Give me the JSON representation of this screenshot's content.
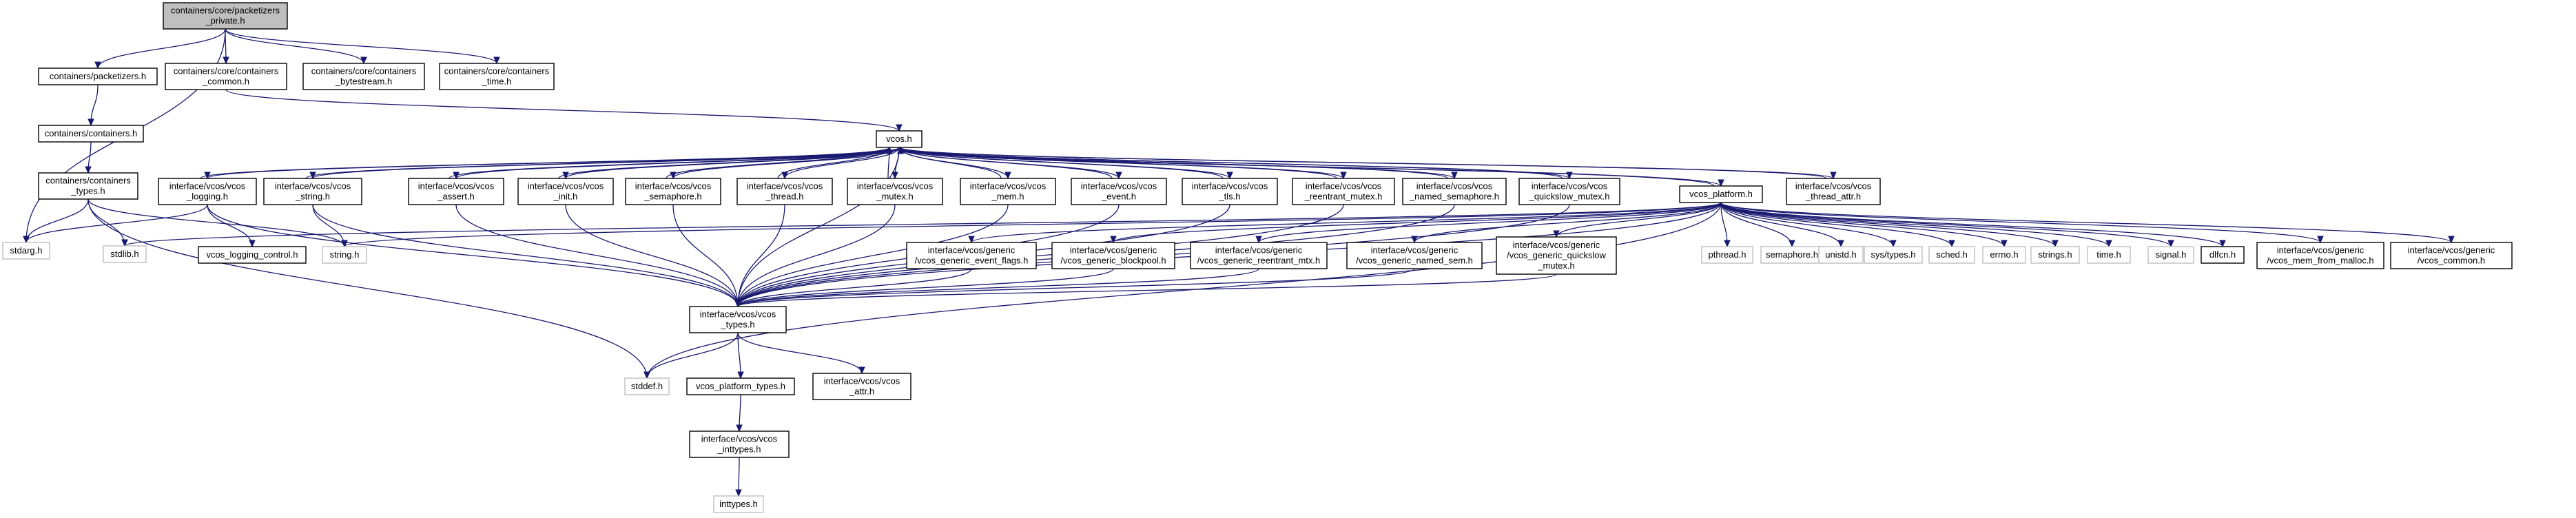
{
  "diagram": {
    "type": "include-dependency-graph",
    "colors": {
      "edge": "#191970",
      "root_fill": "#bfbfbf",
      "system_border": "#bfbfbf",
      "node_border": "#000000"
    },
    "nodes": [
      {
        "id": "root",
        "lines": [
          "containers/core/packetizers",
          "_private.h"
        ],
        "kind": "root"
      },
      {
        "id": "stdarg",
        "lines": [
          "stdarg.h"
        ],
        "kind": "system"
      },
      {
        "id": "packetizers",
        "lines": [
          "containers/packetizers.h"
        ],
        "kind": "file"
      },
      {
        "id": "cc_common",
        "lines": [
          "containers/core/containers",
          "_common.h"
        ],
        "kind": "file"
      },
      {
        "id": "cc_bytestream",
        "lines": [
          "containers/core/containers",
          "_bytestream.h"
        ],
        "kind": "file"
      },
      {
        "id": "cc_time",
        "lines": [
          "containers/core/containers",
          "_time.h"
        ],
        "kind": "file"
      },
      {
        "id": "containers",
        "lines": [
          "containers/containers.h"
        ],
        "kind": "file"
      },
      {
        "id": "ctypes",
        "lines": [
          "containers/containers",
          "_types.h"
        ],
        "kind": "file"
      },
      {
        "id": "vcos",
        "lines": [
          "vcos.h"
        ],
        "kind": "file"
      },
      {
        "id": "logging",
        "lines": [
          "interface/vcos/vcos",
          "_logging.h"
        ],
        "kind": "file"
      },
      {
        "id": "vstring",
        "lines": [
          "interface/vcos/vcos",
          "_string.h"
        ],
        "kind": "file"
      },
      {
        "id": "assert",
        "lines": [
          "interface/vcos/vcos",
          "_assert.h"
        ],
        "kind": "file"
      },
      {
        "id": "init",
        "lines": [
          "interface/vcos/vcos",
          "_init.h"
        ],
        "kind": "file"
      },
      {
        "id": "semaphore",
        "lines": [
          "interface/vcos/vcos",
          "_semaphore.h"
        ],
        "kind": "file"
      },
      {
        "id": "thread",
        "lines": [
          "interface/vcos/vcos",
          "_thread.h"
        ],
        "kind": "file"
      },
      {
        "id": "mutex",
        "lines": [
          "interface/vcos/vcos",
          "_mutex.h"
        ],
        "kind": "file"
      },
      {
        "id": "mem",
        "lines": [
          "interface/vcos/vcos",
          "_mem.h"
        ],
        "kind": "file"
      },
      {
        "id": "event",
        "lines": [
          "interface/vcos/vcos",
          "_event.h"
        ],
        "kind": "file"
      },
      {
        "id": "tls",
        "lines": [
          "interface/vcos/vcos",
          "_tls.h"
        ],
        "kind": "file"
      },
      {
        "id": "reentrant",
        "lines": [
          "interface/vcos/vcos",
          "_reentrant_mutex.h"
        ],
        "kind": "file"
      },
      {
        "id": "named_sem",
        "lines": [
          "interface/vcos/vcos",
          "_named_semaphore.h"
        ],
        "kind": "file"
      },
      {
        "id": "quickslow",
        "lines": [
          "interface/vcos/vcos",
          "_quickslow_mutex.h"
        ],
        "kind": "file"
      },
      {
        "id": "platform",
        "lines": [
          "vcos_platform.h"
        ],
        "kind": "file"
      },
      {
        "id": "thread_attr",
        "lines": [
          "interface/vcos/vcos",
          "_thread_attr.h"
        ],
        "kind": "file"
      },
      {
        "id": "stdlib",
        "lines": [
          "stdlib.h"
        ],
        "kind": "system"
      },
      {
        "id": "logctl",
        "lines": [
          "vcos_logging_control.h"
        ],
        "kind": "file"
      },
      {
        "id": "stringh",
        "lines": [
          "string.h"
        ],
        "kind": "system"
      },
      {
        "id": "g_event_flags",
        "lines": [
          "interface/vcos/generic",
          "/vcos_generic_event_flags.h"
        ],
        "kind": "file"
      },
      {
        "id": "g_blockpool",
        "lines": [
          "interface/vcos/generic",
          "/vcos_generic_blockpool.h"
        ],
        "kind": "file"
      },
      {
        "id": "g_reentrant",
        "lines": [
          "interface/vcos/generic",
          "/vcos_generic_reentrant_mtx.h"
        ],
        "kind": "file"
      },
      {
        "id": "g_named_sem",
        "lines": [
          "interface/vcos/generic",
          "/vcos_generic_named_sem.h"
        ],
        "kind": "file"
      },
      {
        "id": "g_quickslow",
        "lines": [
          "interface/vcos/generic",
          "/vcos_generic_quickslow",
          "_mutex.h"
        ],
        "kind": "file"
      },
      {
        "id": "pthread",
        "lines": [
          "pthread.h"
        ],
        "kind": "system"
      },
      {
        "id": "semaphoreh",
        "lines": [
          "semaphore.h"
        ],
        "kind": "system"
      },
      {
        "id": "unistd",
        "lines": [
          "unistd.h"
        ],
        "kind": "system"
      },
      {
        "id": "systypes",
        "lines": [
          "sys/types.h"
        ],
        "kind": "system"
      },
      {
        "id": "sched",
        "lines": [
          "sched.h"
        ],
        "kind": "system"
      },
      {
        "id": "errno",
        "lines": [
          "errno.h"
        ],
        "kind": "system"
      },
      {
        "id": "strings",
        "lines": [
          "strings.h"
        ],
        "kind": "system"
      },
      {
        "id": "time",
        "lines": [
          "time.h"
        ],
        "kind": "system"
      },
      {
        "id": "signal",
        "lines": [
          "signal.h"
        ],
        "kind": "system"
      },
      {
        "id": "dlfcn",
        "lines": [
          "dlfcn.h"
        ],
        "kind": "file"
      },
      {
        "id": "g_mem_malloc",
        "lines": [
          "interface/vcos/generic",
          "/vcos_mem_from_malloc.h"
        ],
        "kind": "file"
      },
      {
        "id": "g_common",
        "lines": [
          "interface/vcos/generic",
          "/vcos_common.h"
        ],
        "kind": "file"
      },
      {
        "id": "vtypes",
        "lines": [
          "interface/vcos/vcos",
          "_types.h"
        ],
        "kind": "file"
      },
      {
        "id": "stddef",
        "lines": [
          "stddef.h"
        ],
        "kind": "system"
      },
      {
        "id": "plat_types",
        "lines": [
          "vcos_platform_types.h"
        ],
        "kind": "file"
      },
      {
        "id": "attr",
        "lines": [
          "interface/vcos/vcos",
          "_attr.h"
        ],
        "kind": "file"
      },
      {
        "id": "inttypes_v",
        "lines": [
          "interface/vcos/vcos",
          "_inttypes.h"
        ],
        "kind": "file"
      },
      {
        "id": "inttypes",
        "lines": [
          "inttypes.h"
        ],
        "kind": "system"
      }
    ],
    "edges": [
      [
        "root",
        "stdarg"
      ],
      [
        "root",
        "packetizers"
      ],
      [
        "root",
        "cc_common"
      ],
      [
        "root",
        "cc_bytestream"
      ],
      [
        "root",
        "cc_time"
      ],
      [
        "packetizers",
        "containers"
      ],
      [
        "containers",
        "ctypes"
      ],
      [
        "ctypes",
        "stdarg"
      ],
      [
        "ctypes",
        "stdlib"
      ],
      [
        "ctypes",
        "stringh"
      ],
      [
        "ctypes",
        "stddef"
      ],
      [
        "cc_common",
        "vcos"
      ],
      [
        "vcos",
        "logging"
      ],
      [
        "vcos",
        "vstring"
      ],
      [
        "vcos",
        "assert"
      ],
      [
        "vcos",
        "init"
      ],
      [
        "vcos",
        "semaphore"
      ],
      [
        "vcos",
        "thread"
      ],
      [
        "vcos",
        "mutex"
      ],
      [
        "vcos",
        "mem"
      ],
      [
        "vcos",
        "event"
      ],
      [
        "vcos",
        "tls"
      ],
      [
        "vcos",
        "reentrant"
      ],
      [
        "vcos",
        "named_sem"
      ],
      [
        "vcos",
        "quickslow"
      ],
      [
        "vcos",
        "platform"
      ],
      [
        "vcos",
        "thread_attr"
      ],
      [
        "vcos",
        "vtypes"
      ],
      [
        "logging",
        "vcos"
      ],
      [
        "vstring",
        "vcos"
      ],
      [
        "assert",
        "vcos"
      ],
      [
        "init",
        "vcos"
      ],
      [
        "semaphore",
        "vcos"
      ],
      [
        "thread",
        "vcos"
      ],
      [
        "mutex",
        "vcos"
      ],
      [
        "mem",
        "vcos"
      ],
      [
        "event",
        "vcos"
      ],
      [
        "tls",
        "vcos"
      ],
      [
        "reentrant",
        "vcos"
      ],
      [
        "named_sem",
        "vcos"
      ],
      [
        "quickslow",
        "vcos"
      ],
      [
        "thread_attr",
        "vcos"
      ],
      [
        "logging",
        "stdarg"
      ],
      [
        "logging",
        "logctl"
      ],
      [
        "logging",
        "vtypes"
      ],
      [
        "vstring",
        "stringh"
      ],
      [
        "vstring",
        "vtypes"
      ],
      [
        "assert",
        "vtypes"
      ],
      [
        "init",
        "vtypes"
      ],
      [
        "semaphore",
        "vtypes"
      ],
      [
        "thread",
        "vtypes"
      ],
      [
        "mutex",
        "vtypes"
      ],
      [
        "mem",
        "vtypes"
      ],
      [
        "event",
        "vtypes"
      ],
      [
        "tls",
        "vtypes"
      ],
      [
        "reentrant",
        "vtypes"
      ],
      [
        "named_sem",
        "vtypes"
      ],
      [
        "quickslow",
        "vtypes"
      ],
      [
        "platform",
        "vcos"
      ],
      [
        "platform",
        "stdlib"
      ],
      [
        "platform",
        "stringh"
      ],
      [
        "platform",
        "vtypes"
      ],
      [
        "platform",
        "stddef"
      ],
      [
        "platform",
        "g_event_flags"
      ],
      [
        "platform",
        "g_blockpool"
      ],
      [
        "platform",
        "g_reentrant"
      ],
      [
        "platform",
        "g_named_sem"
      ],
      [
        "platform",
        "g_quickslow"
      ],
      [
        "platform",
        "pthread"
      ],
      [
        "platform",
        "semaphoreh"
      ],
      [
        "platform",
        "unistd"
      ],
      [
        "platform",
        "systypes"
      ],
      [
        "platform",
        "sched"
      ],
      [
        "platform",
        "errno"
      ],
      [
        "platform",
        "strings"
      ],
      [
        "platform",
        "time"
      ],
      [
        "platform",
        "signal"
      ],
      [
        "platform",
        "dlfcn"
      ],
      [
        "platform",
        "g_mem_malloc"
      ],
      [
        "platform",
        "g_common"
      ],
      [
        "g_event_flags",
        "vtypes"
      ],
      [
        "g_blockpool",
        "vtypes"
      ],
      [
        "g_reentrant",
        "vtypes"
      ],
      [
        "g_named_sem",
        "vtypes"
      ],
      [
        "g_quickslow",
        "vtypes"
      ],
      [
        "vtypes",
        "stddef"
      ],
      [
        "vtypes",
        "plat_types"
      ],
      [
        "vtypes",
        "attr"
      ],
      [
        "plat_types",
        "inttypes_v"
      ],
      [
        "inttypes_v",
        "inttypes"
      ]
    ]
  }
}
